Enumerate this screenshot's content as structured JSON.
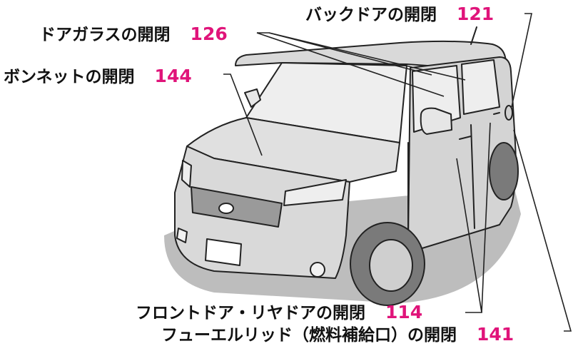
{
  "colors": {
    "text": "#111111",
    "page_number": "#e0147a",
    "leader_line": "#e0147a",
    "car_outline": "#222222",
    "car_body": "#d9d9d9",
    "car_shadow": "#bdbdbd",
    "glass": "#eeeeee"
  },
  "callouts": [
    {
      "id": "back-door",
      "text": "バックドアの開閉",
      "page": "121"
    },
    {
      "id": "door-glass",
      "text": "ドアガラスの開閉",
      "page": "126"
    },
    {
      "id": "hood",
      "text": "ボンネットの開閉",
      "page": "144"
    },
    {
      "id": "front-rear-door",
      "text": "フロントドア・リヤドアの開閉",
      "page": "114"
    },
    {
      "id": "fuel-lid",
      "text": "フューエルリッド（燃料補給口）の開閉",
      "page": "141"
    }
  ]
}
